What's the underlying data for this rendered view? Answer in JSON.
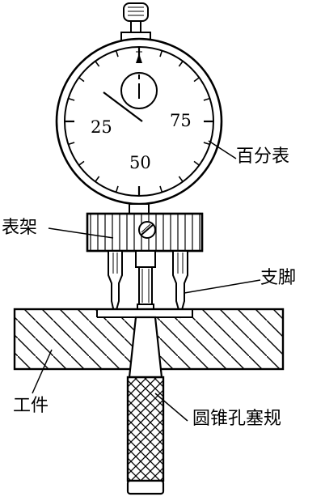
{
  "dial": {
    "numbers": [
      "25",
      "75",
      "50"
    ]
  },
  "labels": {
    "dial_indicator": "百分表",
    "gauge_frame": "表架",
    "support_legs": "支脚",
    "workpiece": "工件",
    "taper_plug_gauge": "圆锥孔塞规"
  },
  "colors": {
    "ink": "#000000",
    "paper": "#ffffff"
  }
}
